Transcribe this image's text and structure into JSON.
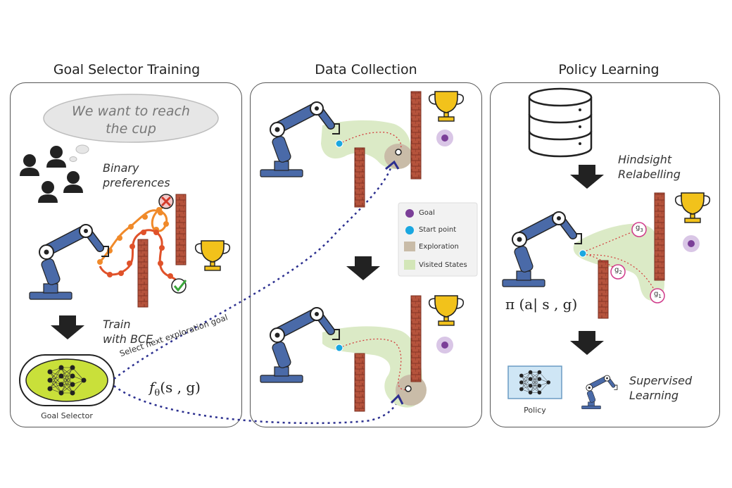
{
  "panels": {
    "goal_selector": {
      "title": "Goal Selector Training",
      "speech": [
        "We want to reach",
        "the cup"
      ],
      "binary_preferences": [
        "Binary",
        "preferences"
      ],
      "train_with_bce": [
        "Train",
        "with BCE"
      ],
      "select_next_goal": "Select next exploration goal",
      "function": "f",
      "function_sub": "θ",
      "function_args": "(s , g)",
      "goal_selector_label": "Goal Selector"
    },
    "data_collection": {
      "title": "Data Collection",
      "legend": [
        {
          "label": "Goal",
          "color": "#7b3f98"
        },
        {
          "label": "Start point",
          "color": "#1aa7e0"
        },
        {
          "label": "Exploration",
          "color": "#c9bca8"
        },
        {
          "label": "Visited States",
          "color": "#d3e6b8"
        }
      ]
    },
    "policy_learning": {
      "title": "Policy Learning",
      "hindsight": [
        "Hindsight",
        "Relabelling"
      ],
      "policy_math": "π (a| s , g)",
      "policy_label": "Policy",
      "supervised": [
        "Supervised",
        "Learning"
      ],
      "g_labels": [
        "g",
        "g",
        "g"
      ],
      "g_subs": [
        "3",
        "2",
        "1"
      ]
    }
  },
  "colors": {
    "robot": "#4a6aa8",
    "brick": "#b5533c",
    "trophy": "#f2c21b",
    "goal": "#7b3f98",
    "start": "#1aa7e0",
    "visited": "#dbeac6",
    "exploration": "#c9bca8",
    "selector": "#c9e03a",
    "dotted_path": "#2b2f8f",
    "orange_path": "#f08a2a",
    "red_path": "#e0522a"
  }
}
